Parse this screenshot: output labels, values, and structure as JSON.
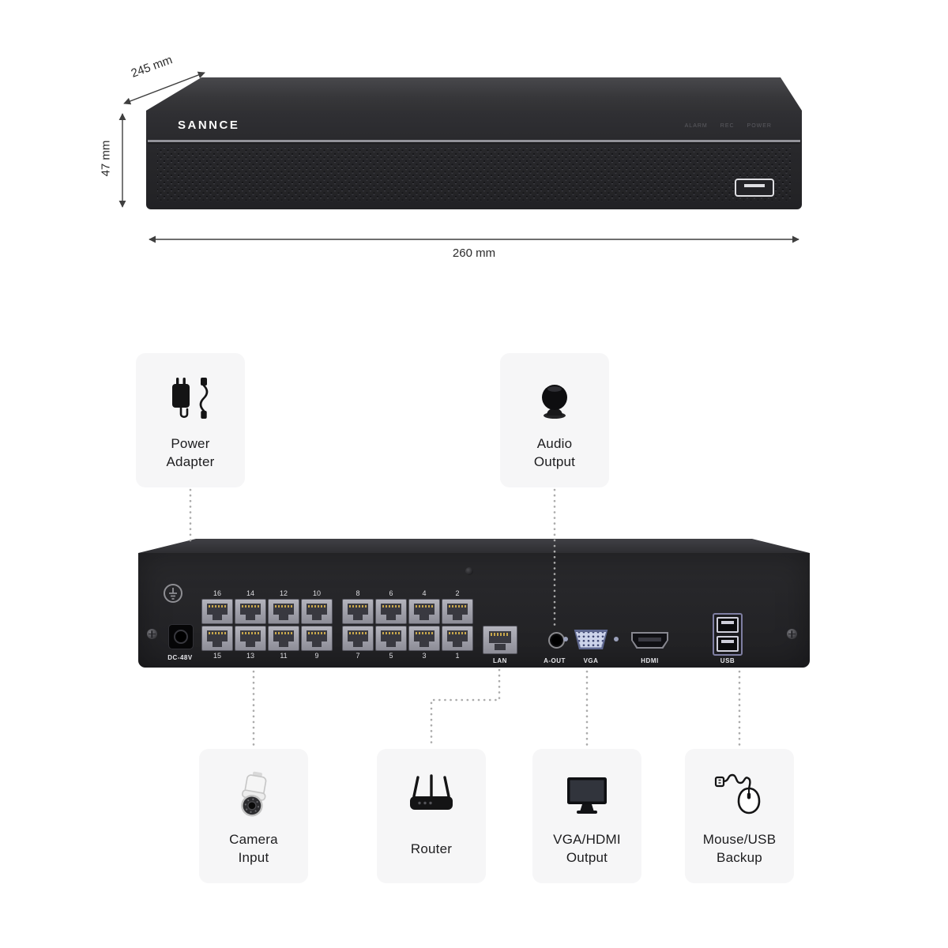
{
  "front": {
    "logo": "SANNCE",
    "indicators": [
      "ALARM",
      "REC",
      "POWER"
    ],
    "dimensions": {
      "depth": "245 mm",
      "height": "47 mm",
      "width": "260 mm"
    }
  },
  "rear": {
    "top_ports": [
      "16",
      "14",
      "12",
      "10",
      "8",
      "6",
      "4",
      "2"
    ],
    "bottom_ports": [
      "15",
      "13",
      "11",
      "9",
      "7",
      "5",
      "3",
      "1"
    ],
    "labels": {
      "dc": "DC-48V",
      "lan": "LAN",
      "aout": "A-OUT",
      "vga": "VGA",
      "hdmi": "HDMI",
      "usb": "USB"
    }
  },
  "callouts": {
    "power_adapter": {
      "line1": "Power",
      "line2": "Adapter",
      "icon": "power-adapter-icon"
    },
    "audio_output": {
      "line1": "Audio",
      "line2": "Output",
      "icon": "speaker-icon"
    },
    "camera_input": {
      "line1": "Camera",
      "line2": "Input",
      "icon": "camera-icon"
    },
    "router": {
      "line1": "Router",
      "line2": "",
      "icon": "router-icon"
    },
    "vga_hdmi_output": {
      "line1": "VGA/HDMI",
      "line2": "Output",
      "icon": "monitor-icon"
    },
    "mouse_usb_backup": {
      "line1": "Mouse/USB",
      "line2": "Backup",
      "icon": "mouse-icon"
    }
  },
  "colors": {
    "device_body": "#27272a",
    "card_background": "#f6f6f7",
    "dimension_text": "#2b2b2b",
    "port_label_text": "#e6e6ea"
  }
}
